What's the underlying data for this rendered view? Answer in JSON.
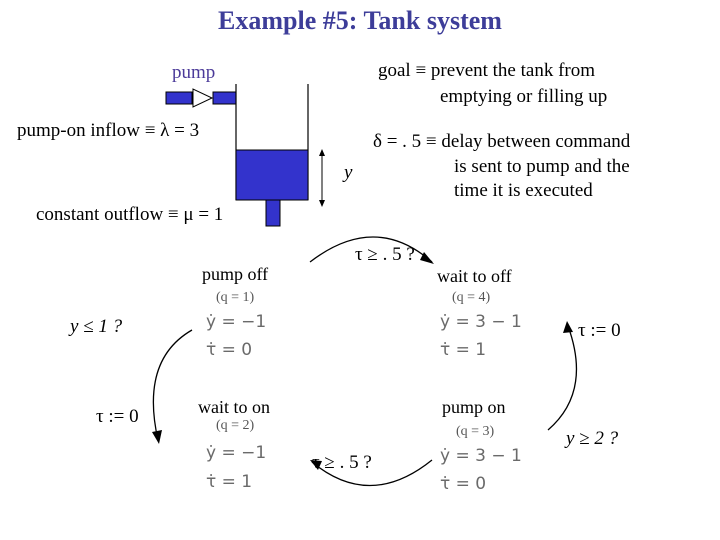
{
  "title": "Example #5: Tank system",
  "pump_label": "pump",
  "goal": {
    "line1": "goal ≡ prevent the tank from",
    "line2": "emptying or filling up"
  },
  "inflow": "pump-on inflow ≡ λ = 3",
  "outflow": "constant outflow ≡ μ = 1",
  "delta": {
    "line1": "δ = . 5 ≡ delay between command",
    "line2": "is sent to pump and the",
    "line3": "time it is executed"
  },
  "level_var": "y",
  "states": [
    {
      "name": "pump off",
      "q": "(q = 1)",
      "eq1": "ẏ = −1",
      "eq2": "τ̇ = 0"
    },
    {
      "name": "wait to off",
      "q": "(q = 4)",
      "eq1": "ẏ = 3 − 1",
      "eq2": "τ̇ = 1"
    },
    {
      "name": "wait to on",
      "q": "(q = 2)",
      "eq1": "ẏ = −1",
      "eq2": "τ̇ = 1"
    },
    {
      "name": "pump on",
      "q": "(q = 3)",
      "eq1": "ẏ = 3 − 1",
      "eq2": "τ̇ = 0"
    }
  ],
  "transitions": {
    "top_guard": "τ ≥ . 5 ?",
    "bottom_guard": "τ ≥ . 5 ?",
    "left_guard": "y ≤ 1 ?",
    "right_guard": "y ≥ 2 ?",
    "left_reset": "τ := 0",
    "right_reset": "τ := 0"
  },
  "colors": {
    "title": "#3d3d99",
    "pump_label": "#4b3a99",
    "water": "#3333cc",
    "pump_body": "#3333cc"
  }
}
